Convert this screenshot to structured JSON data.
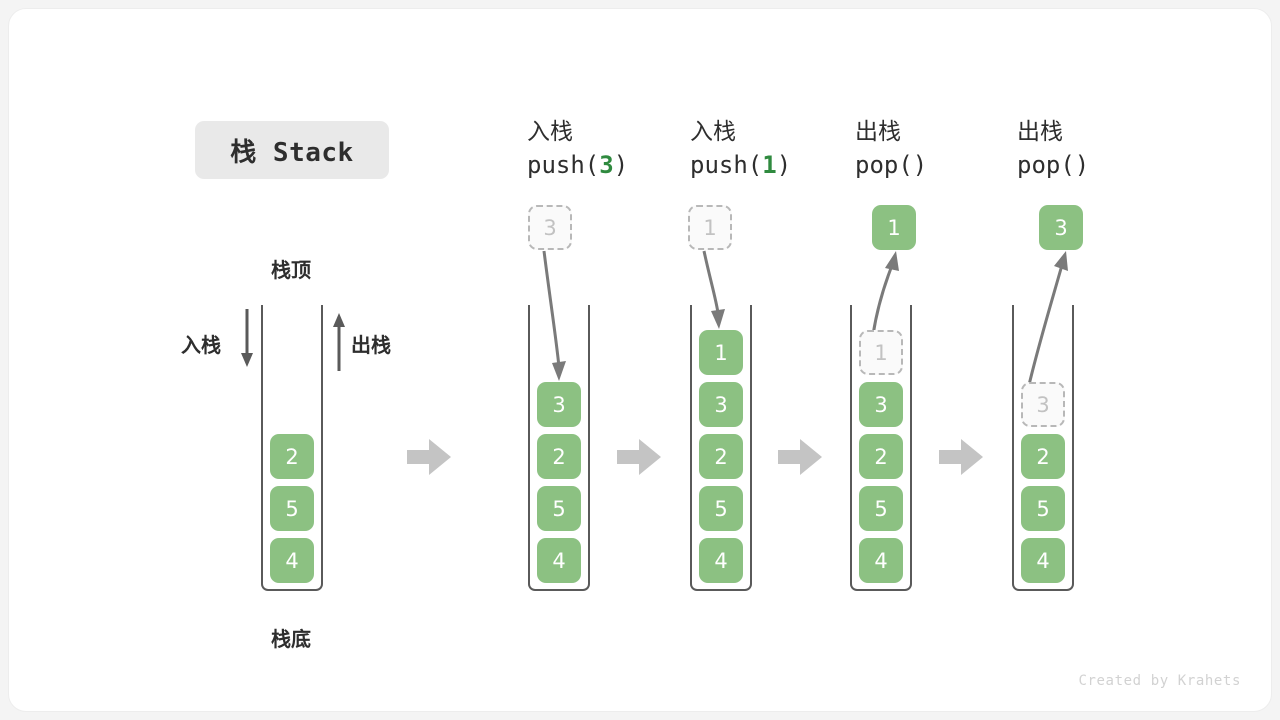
{
  "title": "栈 Stack",
  "footer": "Created by Krahets",
  "labels": {
    "top": "栈顶",
    "bottom": "栈底",
    "push": "入栈",
    "pop": "出栈"
  },
  "colors": {
    "cell_green": "#8cc182",
    "ghost_text": "#c2c2c2",
    "ghost_border": "#b8b8b8",
    "accent_green_text": "#2f8a3f",
    "wall": "#5a5a5a",
    "transition_arrow": "#c4c4c4",
    "chip_bg": "#e9e9e9"
  },
  "columns": [
    {
      "id": "initial",
      "heading_cn": "",
      "heading_code": "",
      "stack": [
        "2",
        "5",
        "4"
      ],
      "float_cell": null,
      "ghost_in_stack": null
    },
    {
      "id": "push-3",
      "heading_cn": "入栈",
      "heading_code": "push(",
      "heading_arg": "3",
      "heading_code_tail": ")",
      "float_cell": {
        "value": "3",
        "style": "ghost"
      },
      "stack": [
        "3",
        "2",
        "5",
        "4"
      ],
      "ghost_in_stack": null,
      "arrow": "down-into-stack"
    },
    {
      "id": "push-1",
      "heading_cn": "入栈",
      "heading_code": "push(",
      "heading_arg": "1",
      "heading_code_tail": ")",
      "float_cell": {
        "value": "1",
        "style": "ghost"
      },
      "stack": [
        "1",
        "3",
        "2",
        "5",
        "4"
      ],
      "ghost_in_stack": null,
      "arrow": "down-into-stack"
    },
    {
      "id": "pop-1",
      "heading_cn": "出栈",
      "heading_code": "pop(",
      "heading_arg": "",
      "heading_code_tail": ")",
      "float_cell": {
        "value": "1",
        "style": "solid"
      },
      "stack": [
        "3",
        "2",
        "5",
        "4"
      ],
      "ghost_in_stack": {
        "value": "1",
        "slot": 0
      },
      "arrow": "up-out-of-stack"
    },
    {
      "id": "pop-3",
      "heading_cn": "出栈",
      "heading_code": "pop(",
      "heading_arg": "",
      "heading_code_tail": ")",
      "float_cell": {
        "value": "3",
        "style": "solid"
      },
      "stack": [
        "2",
        "5",
        "4"
      ],
      "ghost_in_stack": {
        "value": "3",
        "slot": 1
      },
      "arrow": "up-out-of-stack"
    }
  ],
  "transitions": [
    "→",
    "→",
    "→",
    "→"
  ]
}
